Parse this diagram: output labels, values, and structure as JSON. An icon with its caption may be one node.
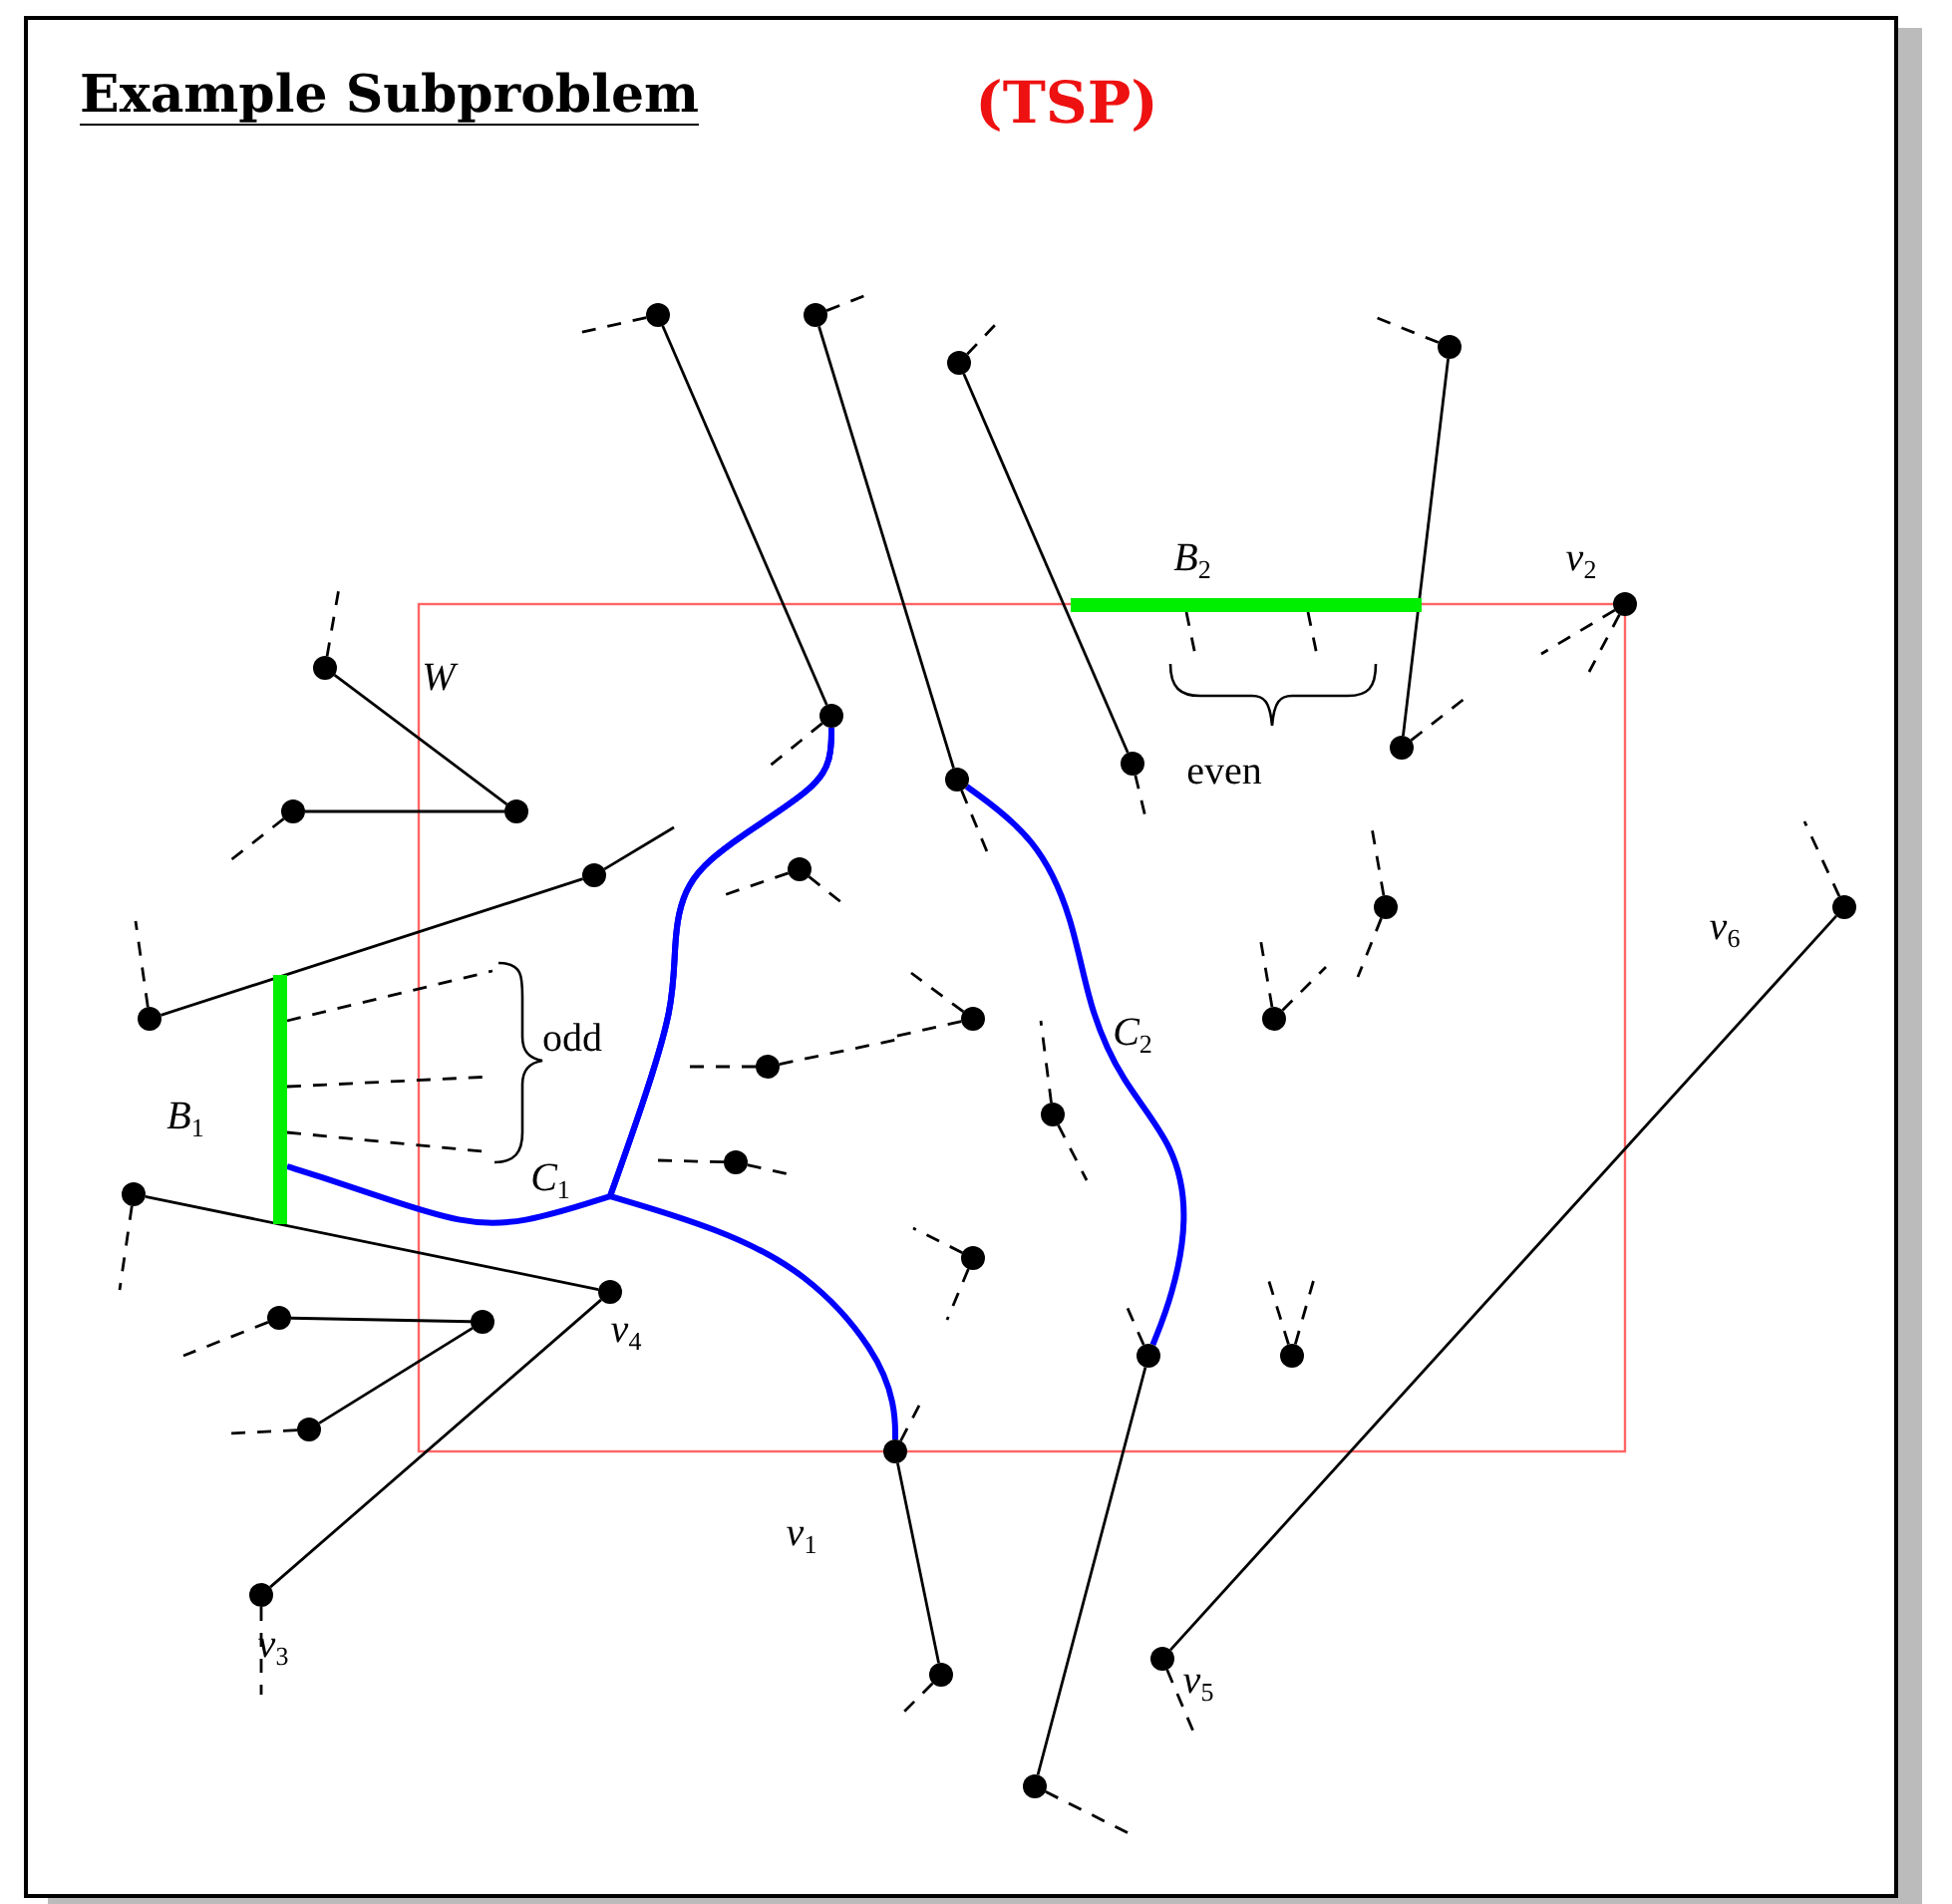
{
  "diagram": {
    "title": "Example Subproblem",
    "nodes": [
      {
        "text": [],
        "shape": "circle"
      },
      {
        "text": [],
        "shape": "circle"
      },
      {
        "text": [],
        "shape": "circle"
      },
      {
        "text": [],
        "shape": "circle"
      },
      {
        "text": [],
        "shape": "circle"
      },
      {
        "text": [],
        "shape": "circle"
      },
      {
        "text": [],
        "shape": "circle"
      },
      {
        "text": [],
        "shape": "circle"
      },
      {
        "text": [],
        "shape": "circle"
      },
      {
        "text": [],
        "shape": "circle"
      },
      {
        "text": [],
        "shape": "circle"
      },
      {
        "text": [],
        "shape": "circle"
      },
      {
        "text": [],
        "shape": "circle"
      },
      {
        "text": [],
        "shape": "circle"
      },
      {
        "text": [],
        "shape": "circle"
      },
      {
        "text": [],
        "shape": "circle"
      },
      {
        "text": [],
        "shape": "circle"
      },
      {
        "text": [],
        "shape": "circle"
      },
      {
        "text": [],
        "shape": "circle"
      },
      {
        "text": [],
        "shape": "circle"
      },
      {
        "text": [],
        "shape": "circle"
      },
      {
        "text": [],
        "shape": "circle"
      },
      {
        "text": [],
        "shape": "circle"
      },
      {
        "text": [],
        "shape": "circle"
      },
      {
        "text": [],
        "shape": "circle"
      },
      {
        "text": [],
        "shape": "circle"
      },
      {
        "text": [],
        "shape": "circle"
      },
      {
        "text": [],
        "shape": "circle"
      },
      {
        "text": [],
        "shape": "circle"
      },
      {
        "text": [],
        "shape": "circle"
      },
      {
        "text": [],
        "shape": "circle"
      },
      {
        "text": [],
        "shape": "circle"
      },
      {
        "text": [],
        "shape": "circle"
      },
      {
        "text": [],
        "shape": "circle"
      },
      {
        "text": [],
        "shape": "circle"
      },
      {
        "text": [],
        "shape": "bar"
      },
      {
        "text": [],
        "shape": "bar"
      },
      {
        "text": [],
        "shape": "brace"
      },
      {
        "text": [],
        "shape": "brace"
      }
    ],
    "edges": [
      {
        "from": 0,
        "to": 6,
        "arrow": "none"
      },
      {
        "from": 1,
        "to": 9,
        "arrow": "none"
      },
      {
        "from": 3,
        "to": 8,
        "arrow": "none"
      },
      {
        "from": 2,
        "to": 7,
        "arrow": "none"
      },
      {
        "from": 5,
        "to": 11,
        "arrow": "none"
      },
      {
        "from": 10,
        "to": 11,
        "arrow": "none"
      },
      {
        "from": 16,
        "to": 13,
        "arrow": "none"
      },
      {
        "from": 13,
        "to": null,
        "arrow": "none"
      },
      {
        "from": 22,
        "to": 24,
        "arrow": "none"
      },
      {
        "from": 24,
        "to": 31,
        "arrow": "none"
      },
      {
        "from": 25,
        "to": 26,
        "arrow": "none"
      },
      {
        "from": 26,
        "to": 29,
        "arrow": "none"
      },
      {
        "from": 30,
        "to": 33,
        "arrow": "none"
      },
      {
        "from": 27,
        "to": 34,
        "arrow": "none"
      },
      {
        "from": 32,
        "to": 15,
        "arrow": "none"
      },
      {
        "from": 6,
        "to": 30,
        "arrow": "none",
        "style": "thick",
        "color": "#0000ff"
      },
      {
        "from": 6,
        "to": 35,
        "arrow": "none",
        "style": "thick",
        "color": "#0000ff"
      },
      {
        "from": 9,
        "to": 27,
        "arrow": "none",
        "style": "thick",
        "color": "#0000ff"
      },
      {
        "from": 0,
        "to": null,
        "arrow": "none",
        "style": "dashed"
      },
      {
        "from": 1,
        "to": null,
        "arrow": "none",
        "style": "dashed"
      },
      {
        "from": 2,
        "to": null,
        "arrow": "none",
        "style": "dashed"
      },
      {
        "from": 3,
        "to": null,
        "arrow": "none",
        "style": "dashed"
      },
      {
        "from": 4,
        "to": null,
        "arrow": "none",
        "style": "dashed"
      },
      {
        "from": 4,
        "to": null,
        "arrow": "none",
        "style": "dashed"
      },
      {
        "from": 5,
        "to": null,
        "arrow": "none",
        "style": "dashed"
      },
      {
        "from": 6,
        "to": null,
        "arrow": "none",
        "style": "dashed"
      },
      {
        "from": 7,
        "to": null,
        "arrow": "none",
        "style": "dashed"
      },
      {
        "from": 8,
        "to": null,
        "arrow": "none",
        "style": "dashed"
      },
      {
        "from": 9,
        "to": null,
        "arrow": "none",
        "style": "dashed"
      },
      {
        "from": 10,
        "to": null,
        "arrow": "none",
        "style": "dashed"
      },
      {
        "from": 12,
        "to": null,
        "arrow": "none",
        "style": "dashed"
      },
      {
        "from": 12,
        "to": null,
        "arrow": "none",
        "style": "dashed"
      },
      {
        "from": 14,
        "to": null,
        "arrow": "none",
        "style": "dashed"
      },
      {
        "from": 14,
        "to": null,
        "arrow": "none",
        "style": "dashed"
      },
      {
        "from": 15,
        "to": null,
        "arrow": "none",
        "style": "dashed"
      },
      {
        "from": 16,
        "to": null,
        "arrow": "none",
        "style": "dashed"
      },
      {
        "from": 17,
        "to": null,
        "arrow": "none",
        "style": "dashed"
      },
      {
        "from": 17,
        "to": null,
        "arrow": "none",
        "style": "dashed"
      },
      {
        "from": 18,
        "to": null,
        "arrow": "none",
        "style": "dashed"
      },
      {
        "from": 18,
        "to": null,
        "arrow": "none",
        "style": "dashed"
      },
      {
        "from": 19,
        "to": null,
        "arrow": "none",
        "style": "dashed"
      },
      {
        "from": 19,
        "to": null,
        "arrow": "none",
        "style": "dashed"
      },
      {
        "from": 20,
        "to": null,
        "arrow": "none",
        "style": "dashed"
      },
      {
        "from": 20,
        "to": null,
        "arrow": "none",
        "style": "dashed"
      },
      {
        "from": 21,
        "to": null,
        "arrow": "none",
        "style": "dashed"
      },
      {
        "from": 21,
        "to": null,
        "arrow": "none",
        "style": "dashed"
      },
      {
        "from": 22,
        "to": null,
        "arrow": "none",
        "style": "dashed"
      },
      {
        "from": 23,
        "to": null,
        "arrow": "none",
        "style": "dashed"
      },
      {
        "from": 23,
        "to": null,
        "arrow": "none",
        "style": "dashed"
      },
      {
        "from": 25,
        "to": null,
        "arrow": "none",
        "style": "dashed"
      },
      {
        "from": 27,
        "to": null,
        "arrow": "none",
        "style": "dashed"
      },
      {
        "from": 28,
        "to": null,
        "arrow": "none",
        "style": "dashed"
      },
      {
        "from": 28,
        "to": null,
        "arrow": "none",
        "style": "dashed"
      },
      {
        "from": 29,
        "to": null,
        "arrow": "none",
        "style": "dashed"
      },
      {
        "from": 30,
        "to": null,
        "arrow": "none",
        "style": "dashed"
      },
      {
        "from": 31,
        "to": null,
        "arrow": "none",
        "style": "dashed"
      },
      {
        "from": 32,
        "to": null,
        "arrow": "none",
        "style": "dashed"
      },
      {
        "from": 33,
        "to": null,
        "arrow": "none",
        "style": "dashed"
      },
      {
        "from": 34,
        "to": null,
        "arrow": "none",
        "style": "dashed"
      },
      {
        "from": 35,
        "to": 37,
        "arrow": "none",
        "style": "dashed"
      },
      {
        "from": 35,
        "to": 37,
        "arrow": "none",
        "style": "dashed"
      },
      {
        "from": 35,
        "to": 37,
        "arrow": "none",
        "style": "dashed"
      },
      {
        "from": 36,
        "to": 38,
        "arrow": "none",
        "style": "dashed"
      },
      {
        "from": 36,
        "to": 38,
        "arrow": "none",
        "style": "dashed"
      }
    ],
    "labels": [
      "(TSP)",
      "B$_{2}$",
      "v$_{2}$",
      "W",
      "even",
      "v$_{6}$",
      "odd",
      "C$_{2}$",
      "B$_{1}$",
      "C$_{1}$",
      "v$_{4}$",
      "v$_{1}$",
      "v$_{3}$",
      "v$_{5}$"
    ]
  }
}
